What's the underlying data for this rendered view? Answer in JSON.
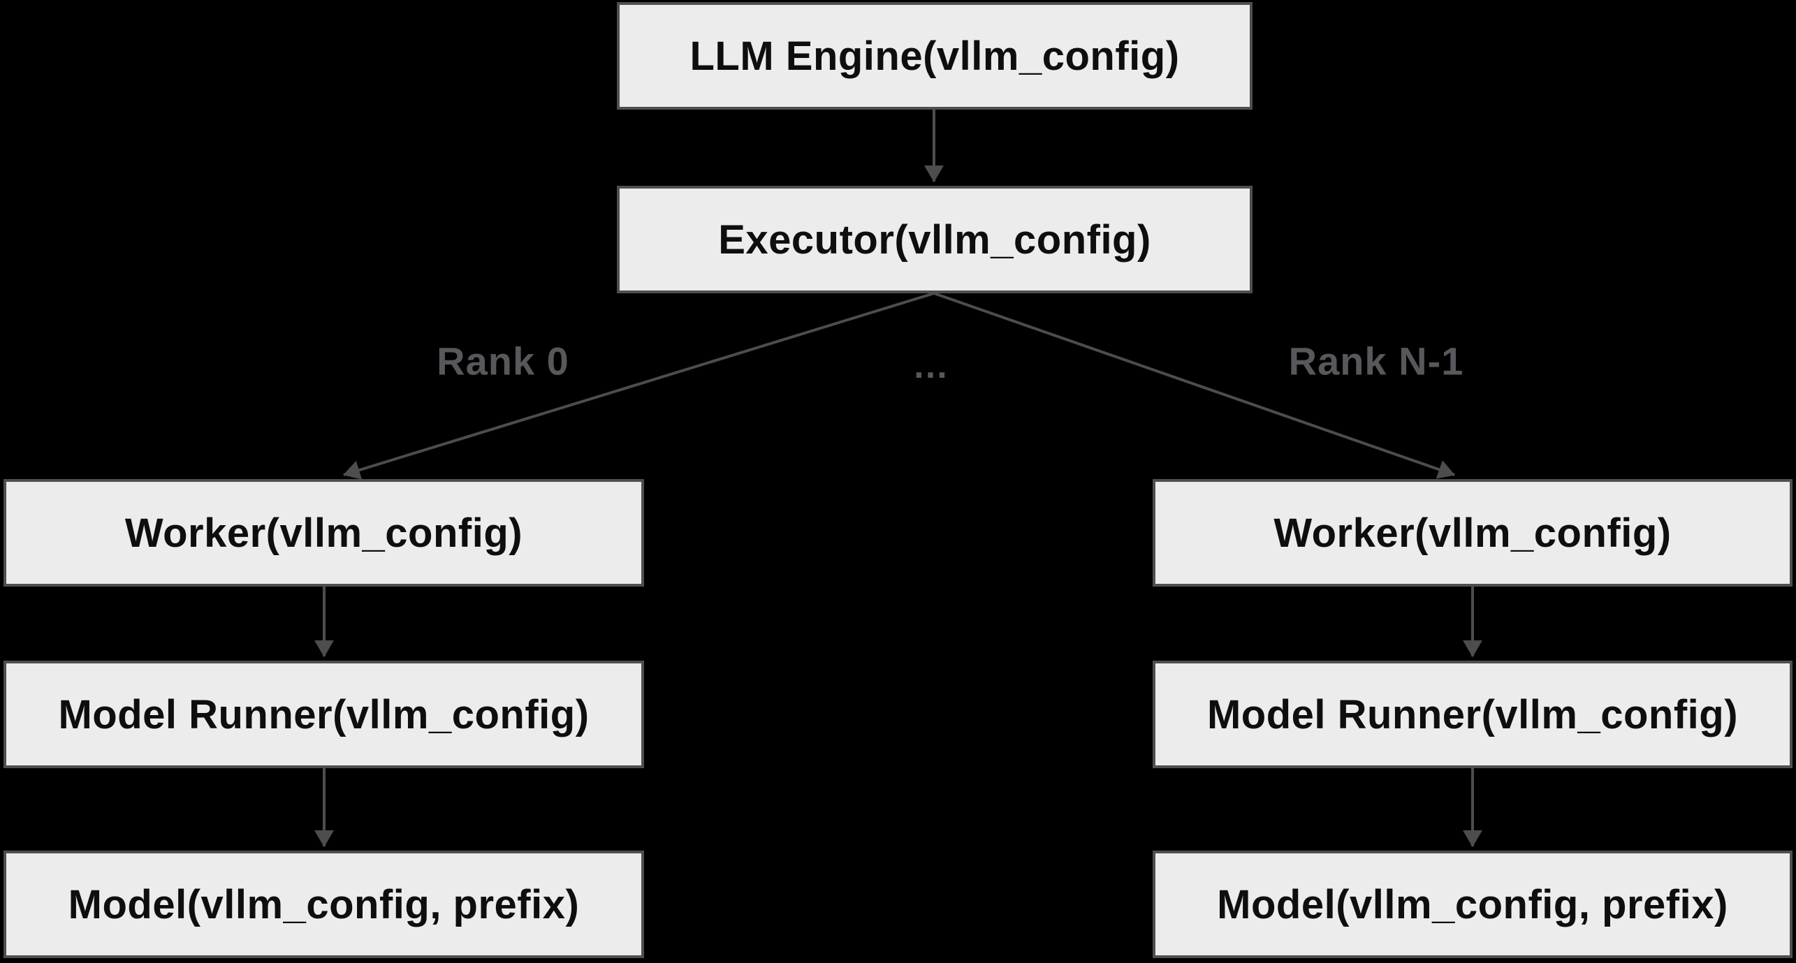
{
  "nodes": {
    "llm_engine": {
      "label": "LLM Engine(vllm_config)"
    },
    "executor": {
      "label": "Executor(vllm_config)"
    },
    "worker_left": {
      "label": "Worker(vllm_config)"
    },
    "worker_right": {
      "label": "Worker(vllm_config)"
    },
    "model_runner_left": {
      "label": "Model Runner(vllm_config)"
    },
    "model_runner_right": {
      "label": "Model Runner(vllm_config)"
    },
    "model_left": {
      "label": "Model(vllm_config, prefix)"
    },
    "model_right": {
      "label": "Model(vllm_config, prefix)"
    }
  },
  "edge_labels": {
    "rank0": "Rank 0",
    "ellipsis": "…",
    "rank_n_1": "Rank N-1"
  },
  "colors": {
    "background": "#000000",
    "node_fill": "#ececec",
    "node_border": "#4f4f4f",
    "node_text": "#0e0e0e",
    "edge": "#4d4d4d",
    "edge_label": "#58585c"
  }
}
